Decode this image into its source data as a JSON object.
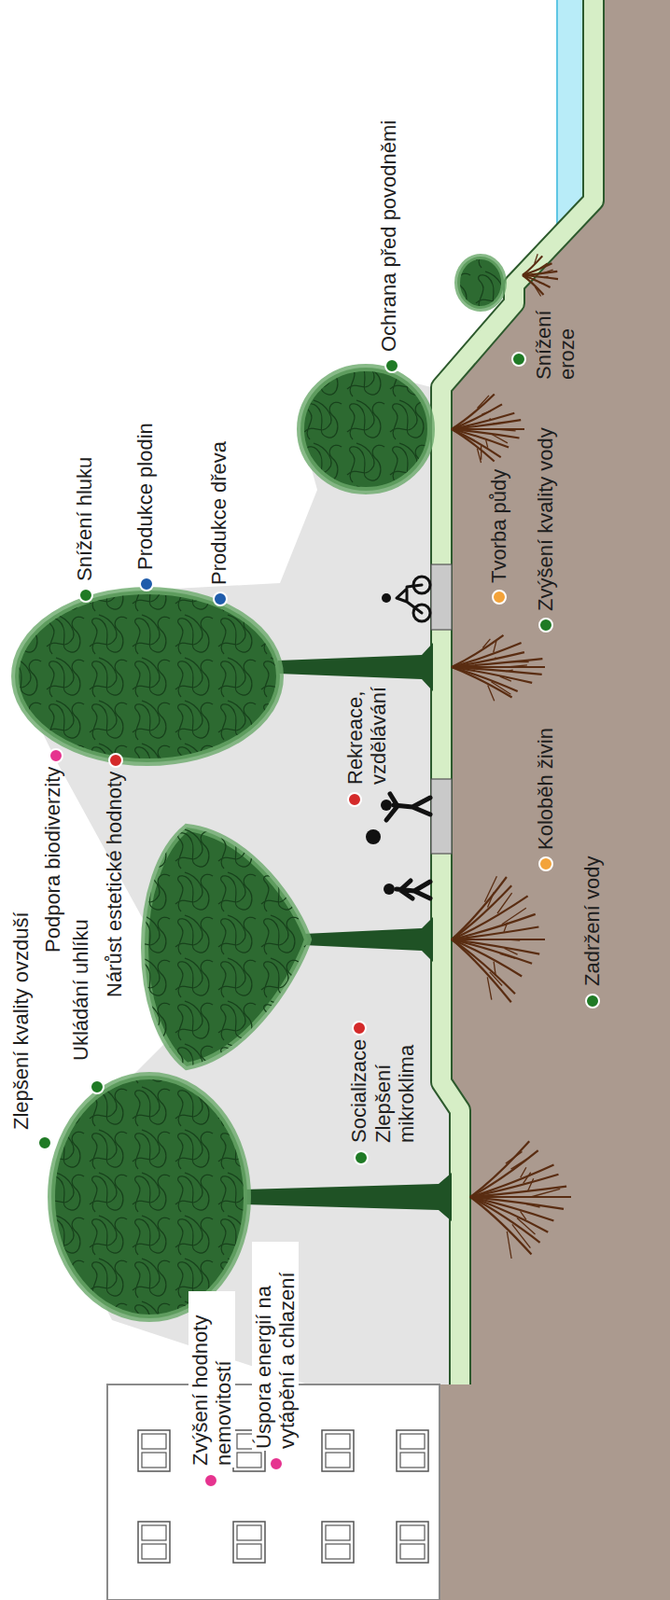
{
  "diagram": {
    "labels": [
      "Zvýšení hodnoty nemovitostí",
      "Úspora energií na vytápění a chlazení",
      "Zlepšení kvality ovzduší",
      "Ukládání uhlíku",
      "Podpora biodiverzity",
      "Nárůst estetické hodnoty",
      "Socializace",
      "Zlepšení mikroklima",
      "Rekreace, vzdělávání",
      "Snížení hluku",
      "Produkce plodin",
      "Produkce dřeva",
      "Ochrana před povodněmi",
      "Snížení eroze",
      "Tvorba půdy",
      "Zvýšení kvality vody",
      "Koloběh živin",
      "Zadržení vody"
    ]
  }
}
